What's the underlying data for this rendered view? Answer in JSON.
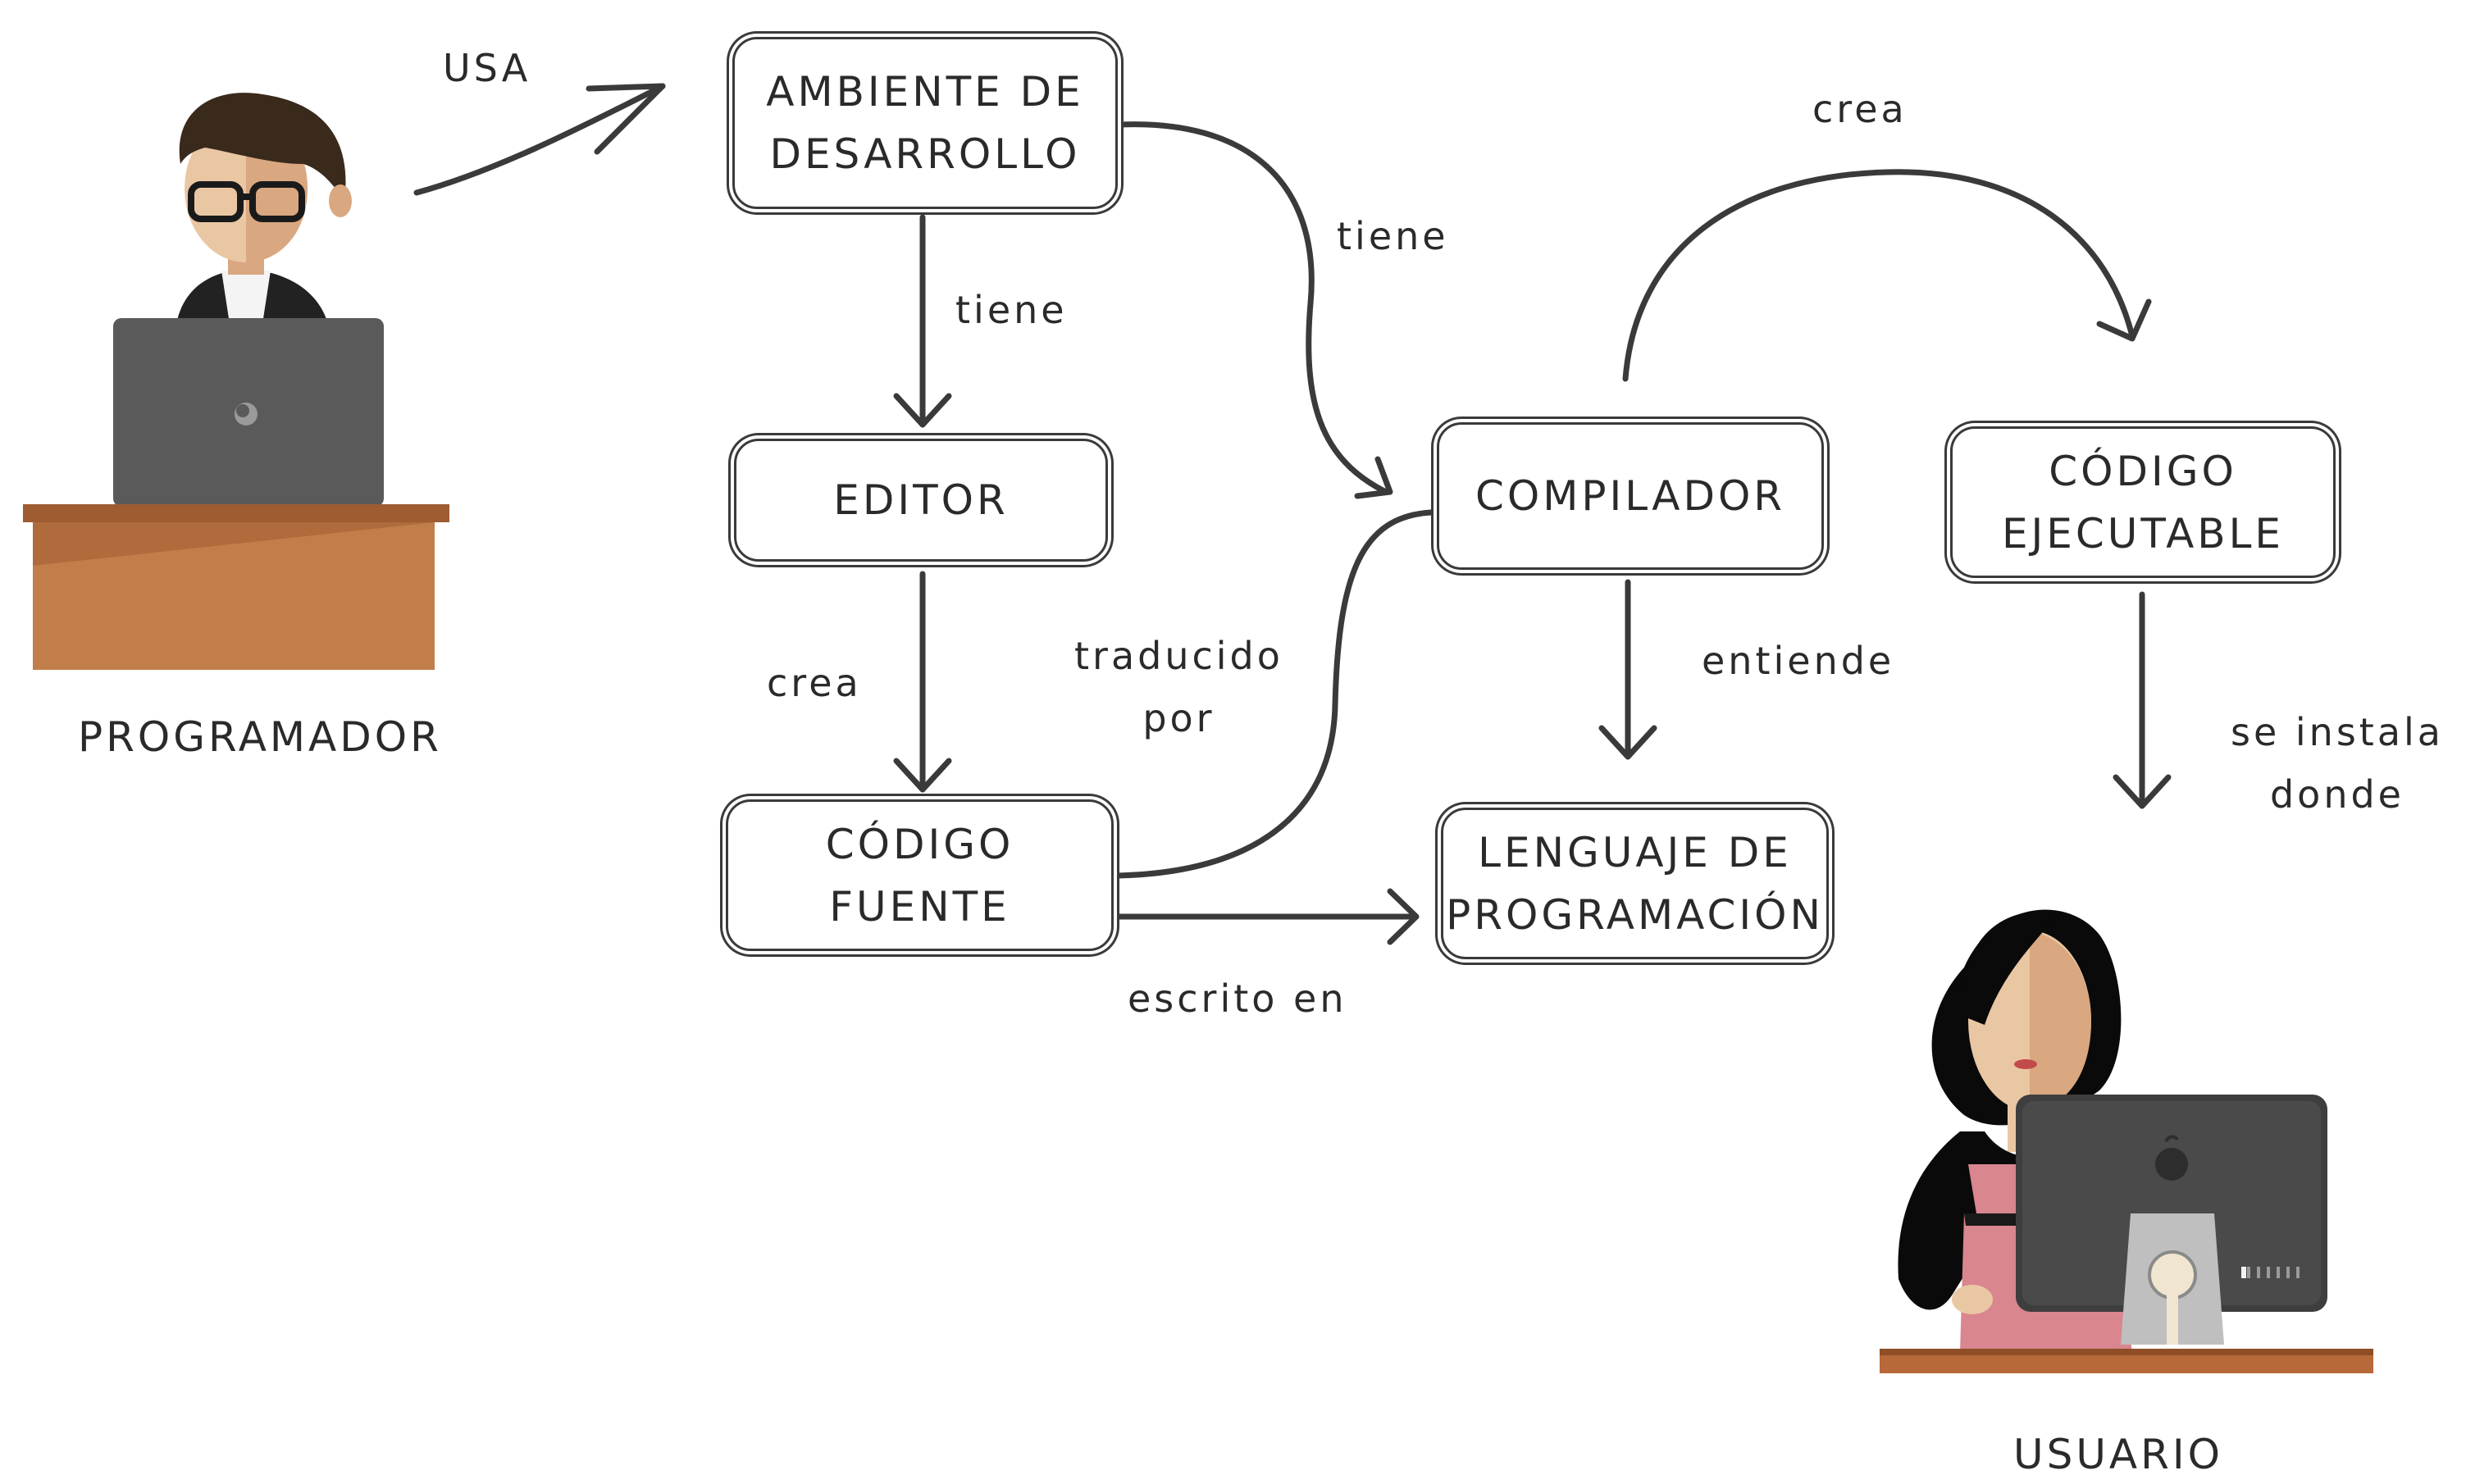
{
  "actors": {
    "programmer": "PROGRAMADOR",
    "user": "USUARIO"
  },
  "nodes": {
    "ide": "AMBIENTE DE\nDESARROLLO",
    "editor": "EDITOR",
    "source_code": "CÓDIGO\nFUENTE",
    "compiler": "COMPILADOR",
    "language": "LENGUAJE DE\nPROGRAMACIÓN",
    "executable": "CÓDIGO\nEJECUTABLE"
  },
  "edges": {
    "usa": "USA",
    "ide_editor": "tiene",
    "ide_compiler": "tiene",
    "editor_source": "crea",
    "source_compiler": "traducido\npor",
    "source_language": "escrito en",
    "compiler_language": "entiende",
    "compiler_executable": "crea",
    "executable_user": "se instala\ndonde"
  },
  "colors": {
    "stroke": "#3a3a3a",
    "desk": "#c27e4a",
    "desk_top": "#9e5c30",
    "laptop": "#5a5a5a",
    "hair": "#3a2a1c",
    "skin": "#eac7a3",
    "dress": "#d9868f",
    "monitor": "#3e3e3e"
  }
}
